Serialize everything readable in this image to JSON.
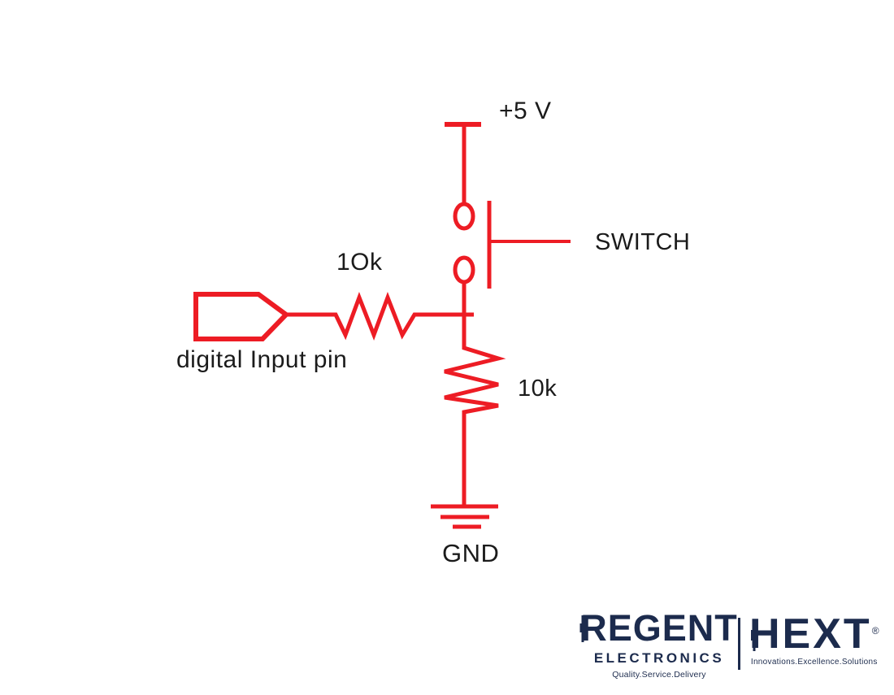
{
  "colors": {
    "background": "#ffffff",
    "circuit_red": "#ed1c24",
    "label_ink": "#1b1b1b",
    "brand_navy": "#1c2b4d"
  },
  "circuit": {
    "kind": "schematic",
    "description": "Push-button switch from +5 V with series resistor to digital input pin and pull-down resistor to ground",
    "labels": {
      "supply": "+5 V",
      "switch": "SWITCH",
      "series_resistor": "1Ok",
      "input_pin": "digital Input pin",
      "pulldown_resistor": "10k",
      "ground": "GND"
    }
  },
  "branding": {
    "regent": {
      "name": "REGENT",
      "subtitle": "ELECTRONICS",
      "tagline": "Quality.Service.Delivery"
    },
    "hext": {
      "name": "HEXT",
      "registered_mark": "®",
      "tagline": "Innovations.Excellence.Solutions"
    }
  }
}
